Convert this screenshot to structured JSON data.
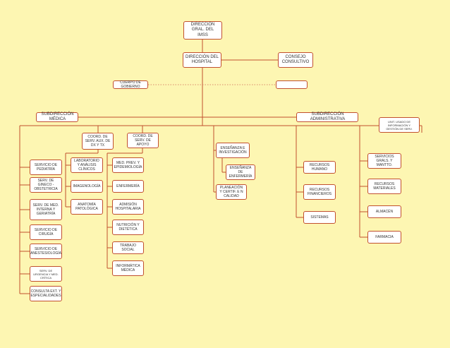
{
  "colors": {
    "background": "#fdf6b2",
    "line": "#c1502e",
    "box_fill": "#ffffff",
    "dotted": "#d98a6a"
  },
  "nodes": {
    "direccion_gral": "DIRECCIÓN GRAL. DEL IMSS",
    "direccion_hospital": "DIRECCIÓN DEL HOSPITAL",
    "consejo": "CONSEJO CONSULTIVO",
    "cuerpo_gobierno": "CUERPO DE GOBIERNO",
    "cuerpo_gobierno_box": "",
    "sub_medica": "SUBDIRECCIÓN MÉDICA",
    "sub_admin": "SUBDIRECCIÓN ADMINISTRATIVA",
    "coord_aux": "COORD. DE SERV. AUX. DE DX Y TX",
    "coord_apoyo": "COORD. DE SERV. DE APOYO",
    "ensenanza": "ENSEÑANZA E INVESTIGACIÓN",
    "ensenanza_enf": "ENSEÑANZA DE ENFERMERÍA",
    "planeacion": "PLANEACIÓN Y CERTIF. E N CALIDAD",
    "unidad_info": "UNIT. USADO DE INFORMACIÓN Y GESTIÓN DE SERV.",
    "col1": [
      "SERVICIO DE PEDIATRÍA",
      "SERV. DE GINECO - OBSTETRICIA",
      "SERV. DE MED. INTERNA Y GERIATRÍA",
      "SERVICIO DE CIRUGÍA",
      "SERVICIO DE ANESTESIOLOGÍA",
      "SERV. DE URGENCIA Y MED. CRÍTICA",
      "CONSULTA EXT. Y ESPECIALIDADES"
    ],
    "col2": [
      "LABORATORIO Y ANÁLISIS CLÍNICOS",
      "IMAGENOLOGÍA",
      "ANATOMÍA PATOLÓGICA"
    ],
    "col3": [
      "MED. PREV. Y EPIDEMIOLOGÍA",
      "ENFERMERÍA",
      "ADMISIÓN HOSPITALARIA",
      "NUTRICIÓN Y DIETÉTICA",
      "TRABAJO SOCIAL",
      "INFORMÁTICA MÉDICA"
    ],
    "col4": [
      "RECURSOS HUMANO",
      "RECURSOS FINANCIEROS",
      "SISTEMAS"
    ],
    "col5": [
      "SERVICIOS GRALS. Y MANTTO.",
      "RECURSOS MATERIALES",
      "ALMACÉN",
      "FARMACIA"
    ]
  }
}
